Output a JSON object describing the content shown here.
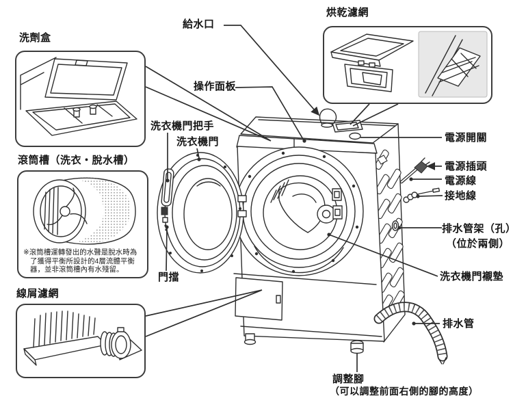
{
  "doc": {
    "type": "washing-machine-parts-diagram"
  },
  "callouts": {
    "detergent_box": {
      "label": "洗劑盒"
    },
    "drum": {
      "label": "滾筒槽（洗衣・脫水槽）",
      "note_lines": [
        "※滾筒槽運轉發出的水聲是脫水時為",
        "了獲得平衡所設計的4層流體平衡",
        "器，並非滾筒槽內有水殘留。"
      ]
    },
    "lint_filter": {
      "label": "線屑濾網"
    },
    "drying_filter": {
      "label": "烘乾濾網"
    }
  },
  "labels": {
    "water_inlet": "給水口",
    "control_panel": "操作面板",
    "door_handle": "洗衣機門把手",
    "door": "洗衣機門",
    "door_stop": "門擋",
    "power_switch": "電源開關",
    "power_plug": "電源插頭",
    "power_cord": "電源線",
    "ground_wire": "接地線",
    "drain_rack_line1": "排水管架（孔）",
    "drain_rack_line2": "（位於兩側）",
    "door_gasket": "洗衣機門襯墊",
    "drain_hose": "排水管",
    "adjust_foot": "調整腳",
    "adjust_foot_note": "（可以調整前面右側的腳的高度）"
  },
  "colors": {
    "line": "#2e2e2e",
    "background": "#ffffff",
    "inset_bg": "#e8e8e8"
  }
}
